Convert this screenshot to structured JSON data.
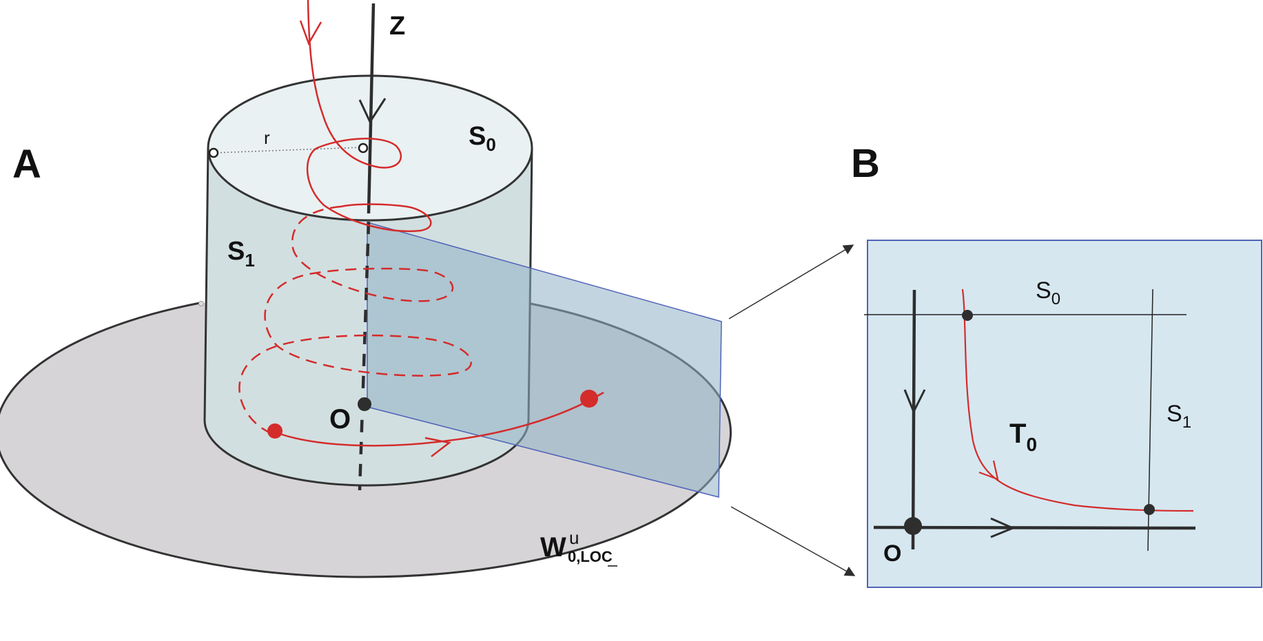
{
  "panels": {
    "a": {
      "label": "A"
    },
    "b": {
      "label": "B"
    }
  },
  "labels_a": {
    "axis": "Z",
    "radius": "r",
    "top_section": "S",
    "top_section_sub": "0",
    "side_section": "S",
    "side_section_sub": "1",
    "origin": "O",
    "manifold": "W",
    "manifold_sup": "u",
    "manifold_sub": "0,LOC"
  },
  "labels_b": {
    "top_section": "S",
    "top_section_sub": "0",
    "side_section": "S",
    "side_section_sub": "1",
    "map": "T",
    "map_sub": "0",
    "origin": "O"
  },
  "colors": {
    "trajectory": "#d42b2b",
    "axis": "#2e2e2e",
    "cylinder_fill": "#d2dfe0",
    "top_disk_fill": "#eaf1f2",
    "disk_fill": "#d6d4d6",
    "plane_fill": "#8fb0c4",
    "plane_edge": "#4f63b8",
    "box_fill": "#d6e7f0",
    "box_edge": "#4f63b8"
  }
}
